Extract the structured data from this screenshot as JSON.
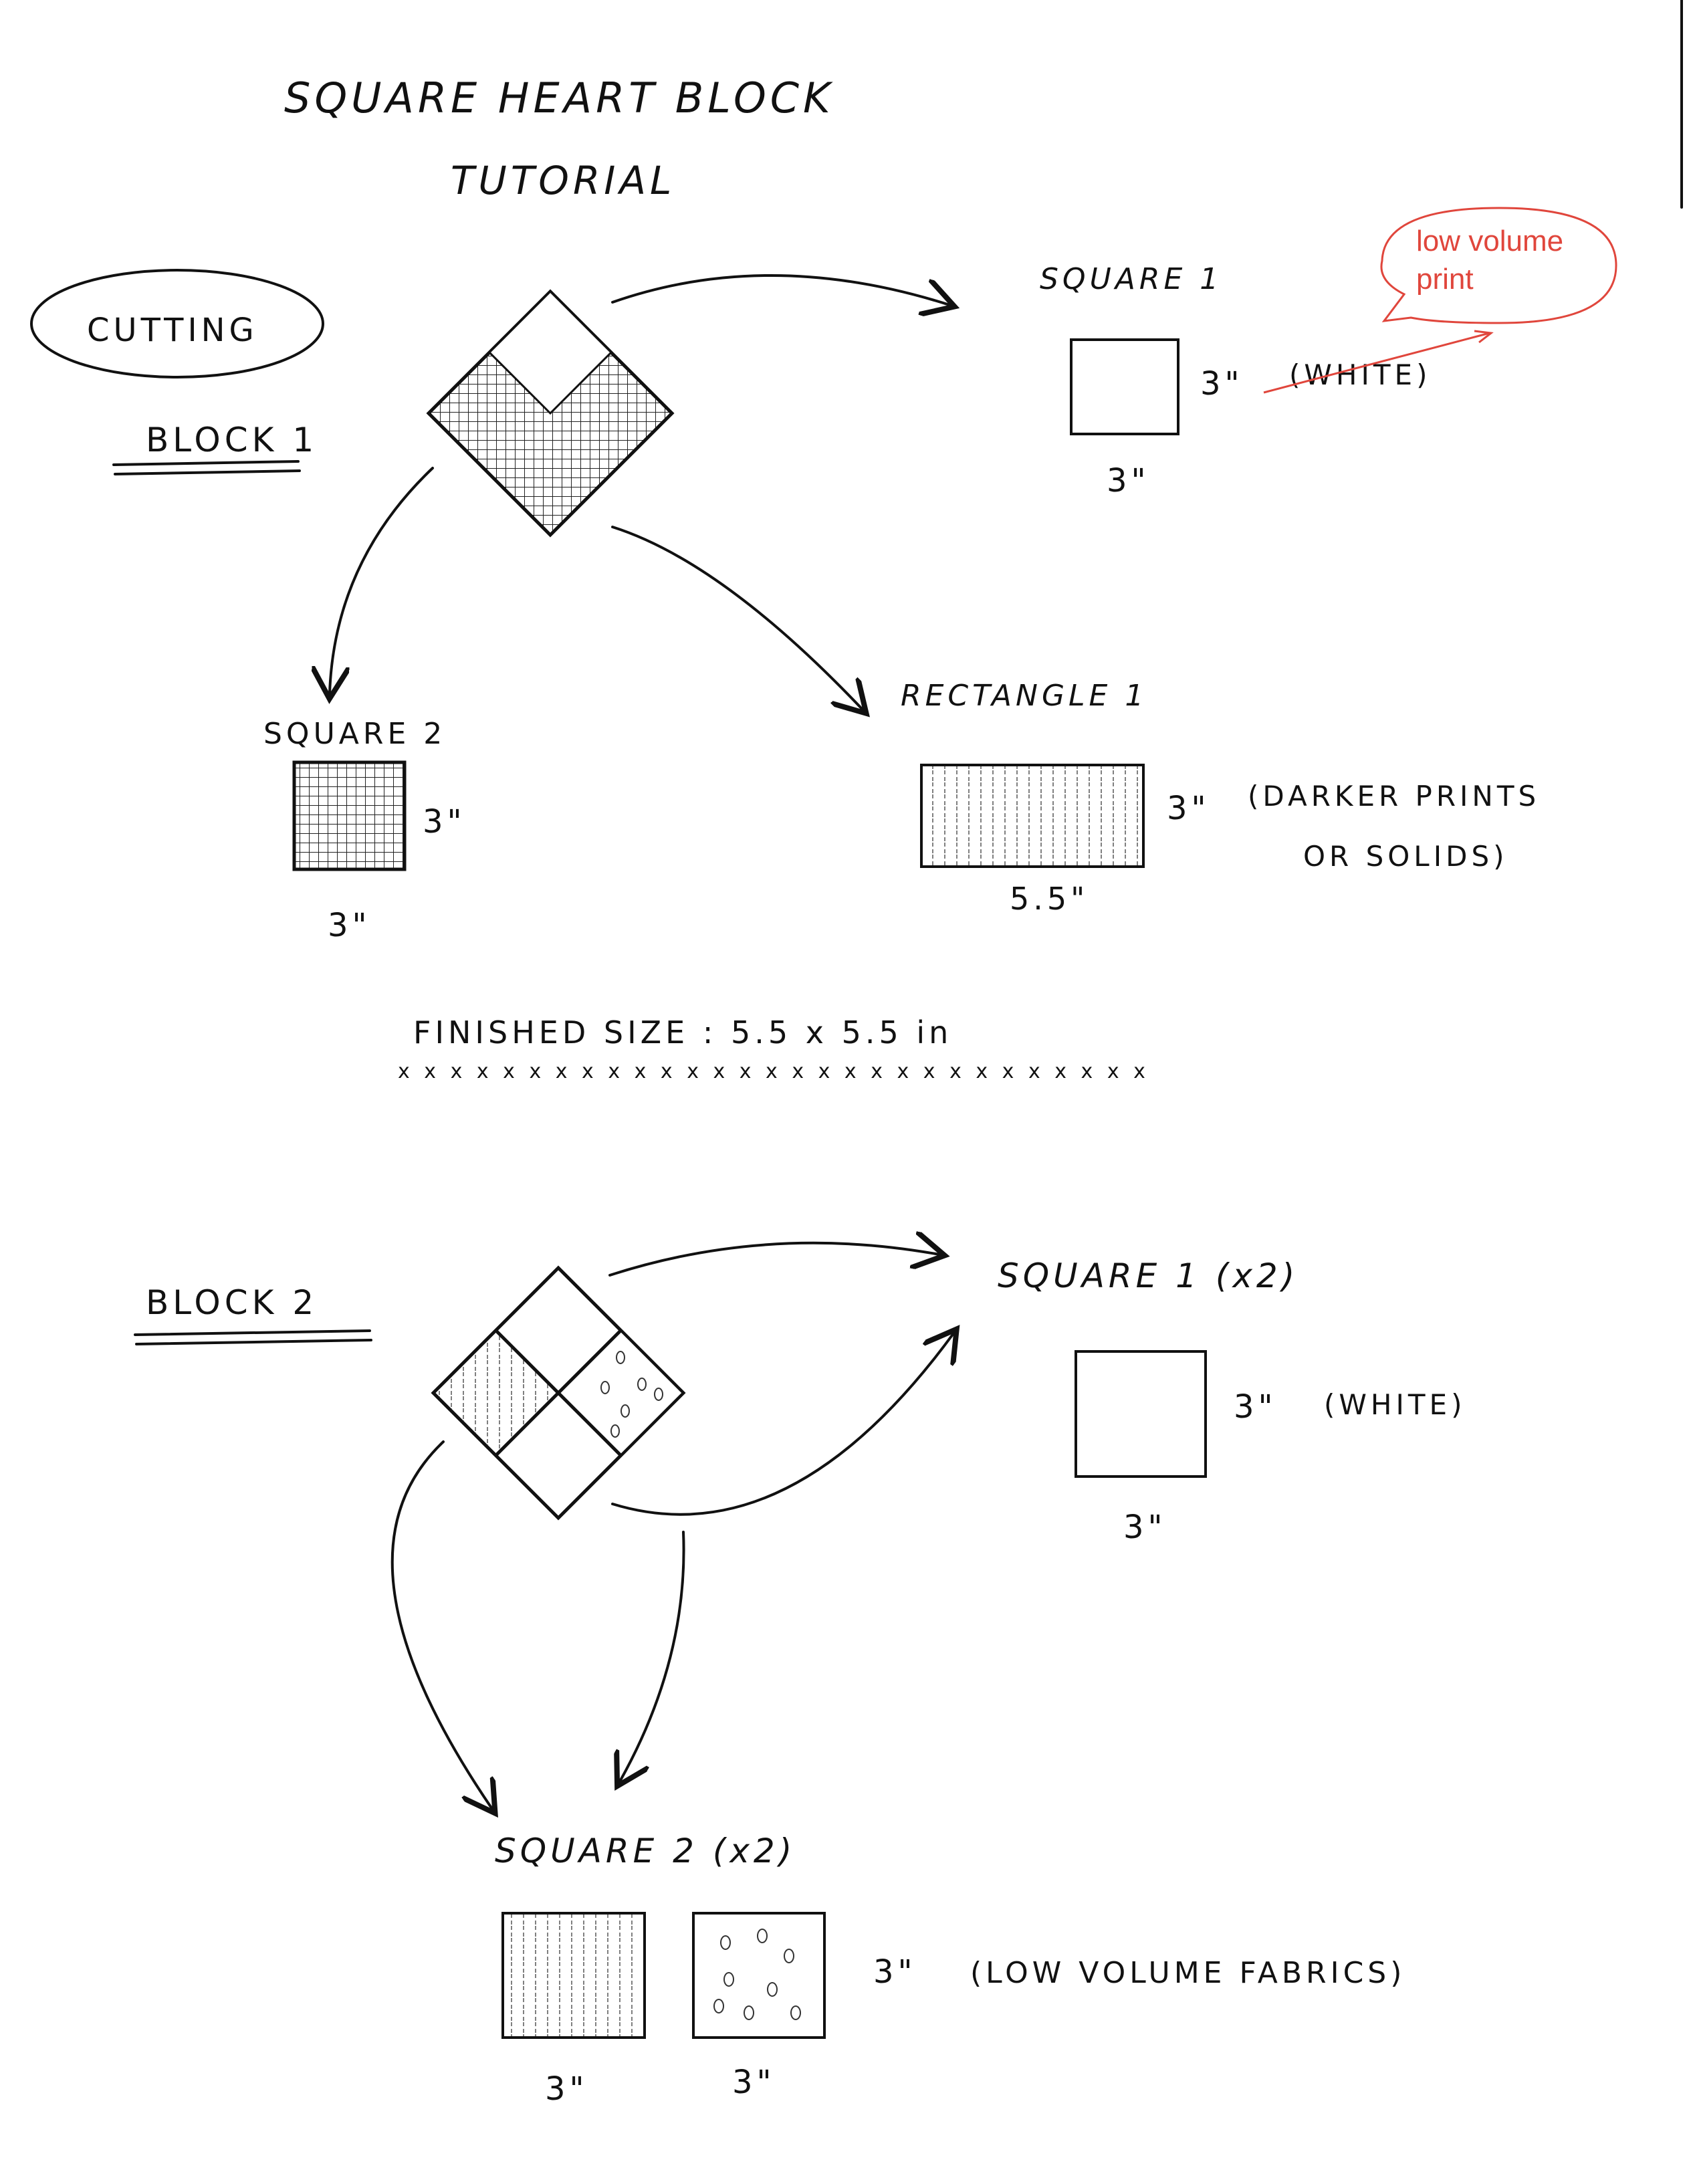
{
  "title": {
    "line1": "SQUARE HEART BLOCK",
    "line2": "TUTORIAL"
  },
  "section": {
    "cutting": "CUTTING"
  },
  "annotation": {
    "line1": "low volume",
    "line2": "print",
    "color": "#e0463c"
  },
  "block1": {
    "label": "BLOCK 1",
    "square1": {
      "label": "SQUARE 1",
      "side": "3\"",
      "bottom": "3\"",
      "note": "(WHITE)"
    },
    "square2": {
      "label": "SQUARE 2",
      "side": "3\"",
      "bottom": "3\""
    },
    "rectangle1": {
      "label": "RECTANGLE 1",
      "side": "3\"",
      "bottom": "5.5\"",
      "note1": "(DARKER PRINTS",
      "note2": "OR SOLIDS)"
    },
    "finished": "FINISHED   SIZE :  5.5 x 5.5 in",
    "separator": "x x x x x x x x x x x x x x x x x x x x x x x x x x x x x"
  },
  "block2": {
    "label": "BLOCK 2",
    "square1": {
      "label": "SQUARE 1 (x2)",
      "side": "3\"",
      "bottom": "3\"",
      "note": "(WHITE)"
    },
    "square2": {
      "label": "SQUARE 2 (x2)",
      "side": "3\"",
      "bottom_a": "3\"",
      "bottom_b": "3\"",
      "note": "(LOW VOLUME FABRICS)"
    }
  }
}
